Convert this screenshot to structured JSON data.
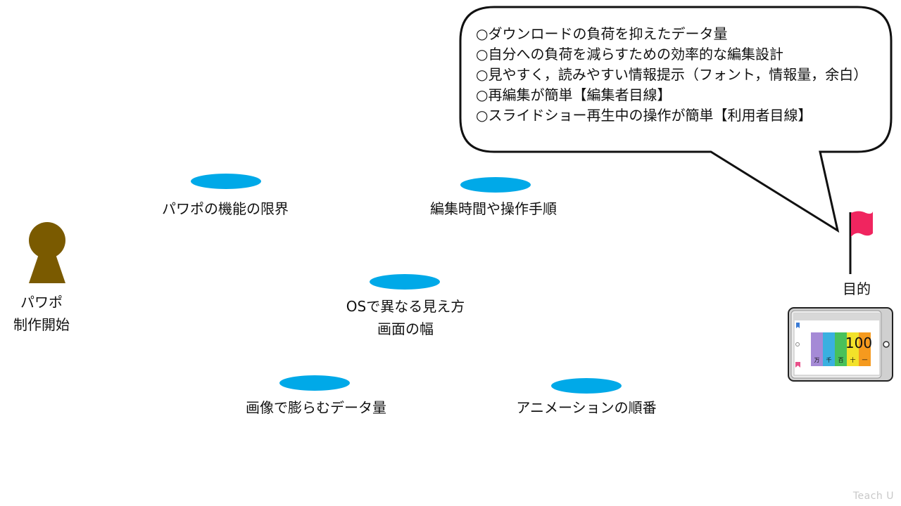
{
  "start": {
    "line1": "パワポ",
    "line2": "制作開始"
  },
  "obstacles": [
    {
      "label": "パワポの機能の限界"
    },
    {
      "label": "編集時間や操作手順"
    },
    {
      "label_line1": "OSで異なる見え方",
      "label_line2": "画面の幅"
    },
    {
      "label": "画像で膨らむデータ量"
    },
    {
      "label": "アニメーションの順番"
    }
  ],
  "goal": {
    "label": "目的"
  },
  "callout": {
    "items": [
      "○ダウンロードの負荷を抑えたデータ量",
      "○自分への負荷を減らすための効率的な編集設計",
      "○見やすく，読みやすい情報提示（フォント，情報量，余白）",
      "○再編集が簡単【編集者目線】",
      "○スライドショー再生中の操作が簡単【利用者目線】"
    ]
  },
  "tablet_screen": {
    "number": "100",
    "columns": [
      "万",
      "千",
      "百",
      "十",
      "一"
    ]
  },
  "watermark": "Teach U",
  "colors": {
    "puddle": "#00a9e8",
    "person": "#7a5a00",
    "flag": "#f0255f",
    "outline": "#111111"
  }
}
